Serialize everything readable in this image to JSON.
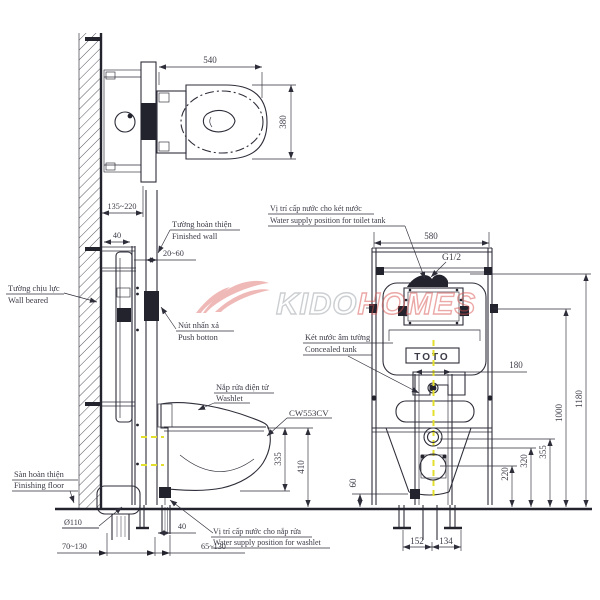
{
  "drawing": {
    "brand": "TOTO",
    "model": "CW553CV",
    "watermark": {
      "part1": "KIDO",
      "part2": "HOMES"
    },
    "labels": {
      "wall_beared": {
        "vi": "Tường chịu lực",
        "en": "Wall beared"
      },
      "finished_wall": {
        "vi": "Tường hoàn thiện",
        "en": "Finished wall"
      },
      "push_button": {
        "vi": "Nút nhấn xả",
        "en": "Push botton"
      },
      "washlet": {
        "vi": "Nắp rửa điện tử",
        "en": "Washlet"
      },
      "finishing_floor": {
        "vi": "Sàn hoàn thiện",
        "en": "Finishing floor"
      },
      "supply_tank": {
        "vi": "Vị trí cấp nước cho két nước",
        "en": "Water supply position for toilet tank"
      },
      "concealed_tank": {
        "vi": "Két nước âm tường",
        "en": "Concealed tank"
      },
      "supply_washlet": {
        "vi": "Vị trí cấp nước cho nắp rửa",
        "en": "Water supply position for washlet"
      },
      "thread": "G1/2"
    },
    "dimensions": {
      "top_width": "540",
      "top_depth": "380",
      "wall_to_plate": "135~220",
      "frame_offset": "40",
      "finish_gap": "20~60",
      "frame_width": "580",
      "bolt_spacing": "180",
      "total_height": "1180",
      "supply_height": "1000",
      "h355": "355",
      "h320": "320",
      "h220": "220",
      "h60": "60",
      "bowl_height": "335",
      "rim_height": "410",
      "drain_diameter": "Ø110",
      "washlet_supply_offset": "40",
      "drain_from_wall": "70~130",
      "supply_from_wall": "65~130",
      "leg_left": "152",
      "leg_right": "134"
    },
    "colors": {
      "line": "#2e2e3a",
      "centerline_yellow": "#e3df2e",
      "watermark_red": "#d9534f",
      "watermark_gray": "#9aa0a6"
    }
  }
}
